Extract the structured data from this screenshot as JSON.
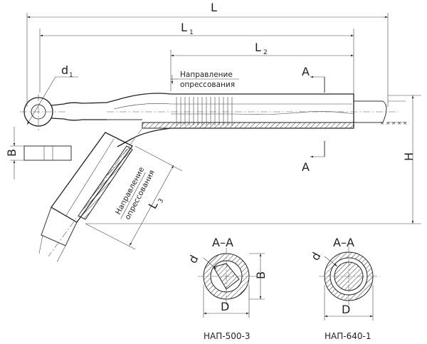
{
  "dims": {
    "L": "L",
    "L1": "L",
    "L1_sub": "1",
    "L2": "L",
    "L2_sub": "2",
    "L3": "L",
    "L3_sub": "3",
    "H": "H",
    "B": "B",
    "d1": "d",
    "d1_sub": "1",
    "A_top": "A",
    "A_bottom": "A"
  },
  "notes": {
    "top_line1": "Направление",
    "top_line2": "опрессования",
    "side_line1": "Направление",
    "side_line2": "опрессования"
  },
  "sections": [
    {
      "heading": "А–А",
      "d": "d",
      "B": "B",
      "D": "D",
      "caption": "НАП-500-3"
    },
    {
      "heading": "А–А",
      "d": "d",
      "D": "D",
      "caption": "НАП-640-1"
    }
  ]
}
